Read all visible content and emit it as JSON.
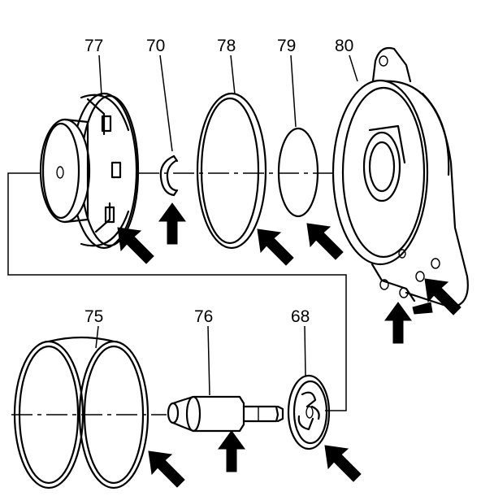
{
  "labels": {
    "p77": "77",
    "p70": "70",
    "p78": "78",
    "p79": "79",
    "p80": "80",
    "p75": "75",
    "p76": "76",
    "p68": "68"
  },
  "colors": {
    "ink": "#000000",
    "paper": "#ffffff"
  },
  "icons": [
    "arrow-icon"
  ]
}
